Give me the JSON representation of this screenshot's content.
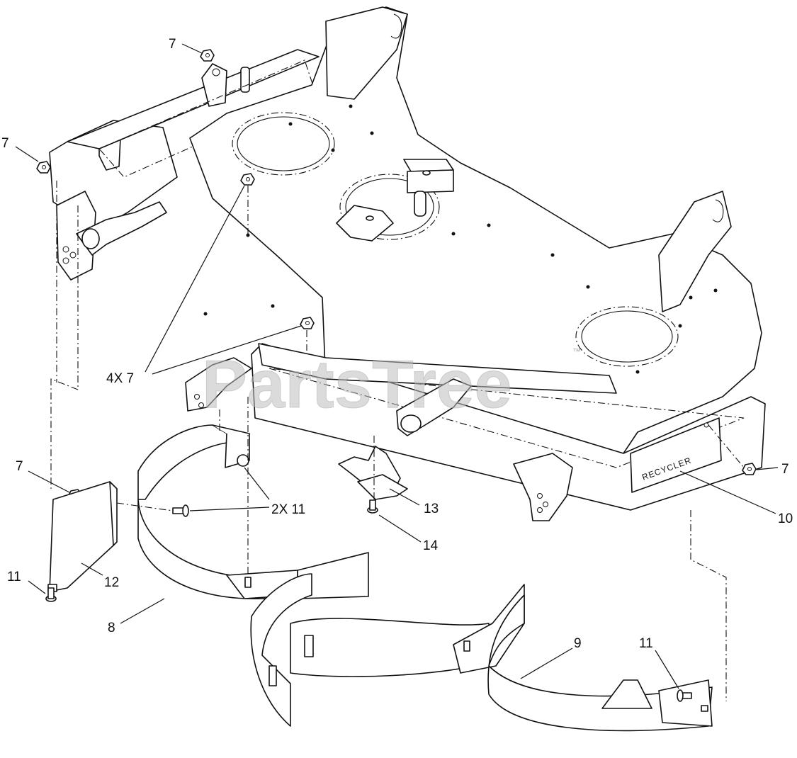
{
  "watermark": {
    "text": "PartsTree",
    "mark": "™"
  },
  "decal_text": "RECYCLER",
  "callouts": {
    "c7_top": "7",
    "c7_left": "7",
    "c4x7": "4X 7",
    "c7_mid": "7",
    "c7_right": "7",
    "c2x11": "2X 11",
    "c13": "13",
    "c14": "14",
    "c10": "10",
    "c11_left": "11",
    "c12": "12",
    "c8": "8",
    "c9": "9",
    "c11_right": "11"
  }
}
